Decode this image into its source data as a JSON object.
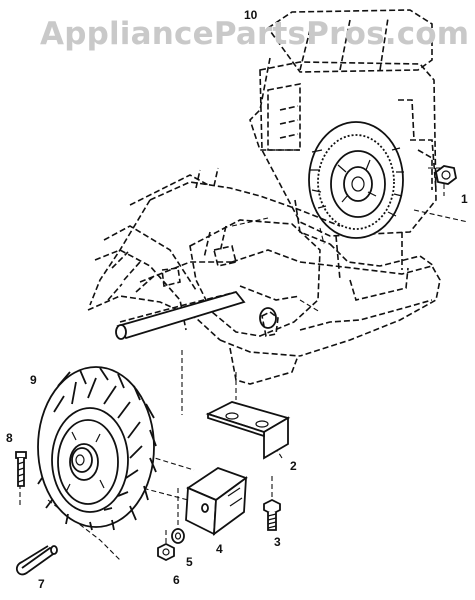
{
  "watermark": {
    "text": "AppliancePartsPros.com"
  },
  "callouts": {
    "engine": "10",
    "nut_top": "1",
    "bracket": "2",
    "bolt": "3",
    "bumper": "4",
    "washer": "5",
    "nut": "6",
    "hitch_pin": "7",
    "wheel_bolt": "8",
    "wheel": "9"
  }
}
